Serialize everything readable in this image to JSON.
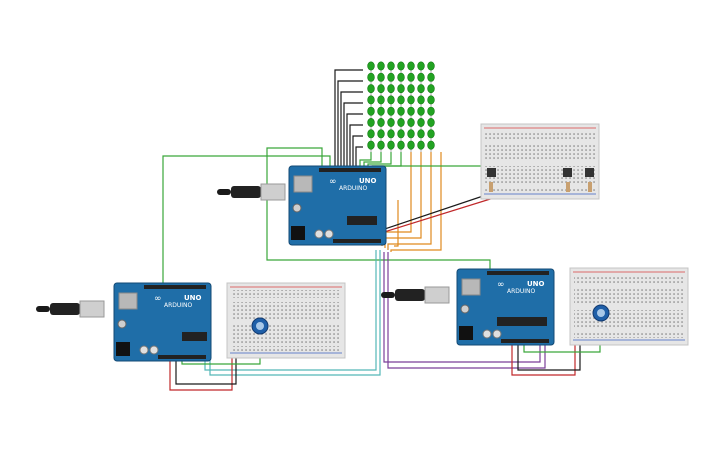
{
  "boards": [
    {
      "name": "arduino-uno-top",
      "label": "UNO",
      "brand": "ARDUINO"
    },
    {
      "name": "arduino-uno-left",
      "label": "UNO",
      "brand": "ARDUINO"
    },
    {
      "name": "arduino-uno-right",
      "label": "UNO",
      "brand": "ARDUINO"
    }
  ],
  "led_matrix": {
    "rows": 8,
    "cols": 7,
    "color": "#22a322"
  },
  "wire_colors": {
    "black": "#1a1a1a",
    "green": "#3aa63a",
    "orange": "#e08a1e",
    "red": "#c0282a",
    "teal": "#53b7b7",
    "purple": "#7b3f99"
  },
  "board_color": "#1f6ea8",
  "breadboard_color": "#e6e6e6"
}
